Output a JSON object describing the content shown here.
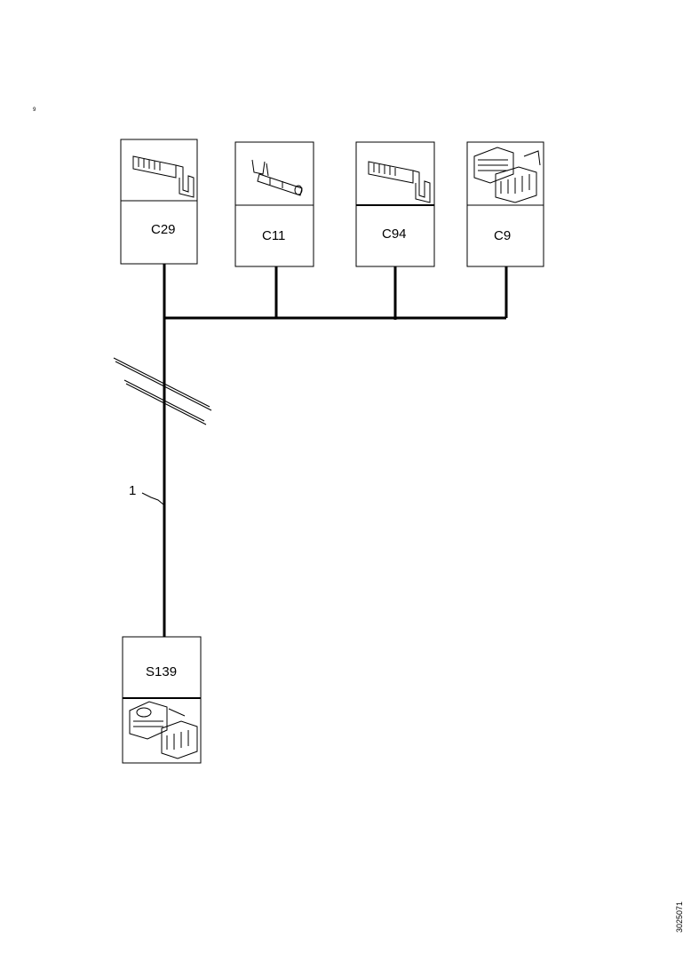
{
  "corner_mark": "9",
  "connectors": {
    "c29": {
      "label": "C29",
      "icon": "terminal-pin-icon"
    },
    "c11": {
      "label": "C11",
      "icon": "terminal-crimp-icon"
    },
    "c94": {
      "label": "C94",
      "icon": "terminal-pin-icon"
    },
    "c9": {
      "label": "C9",
      "icon": "connector-housing-icon"
    },
    "s139": {
      "label": "S139",
      "icon": "connector-housing-icon"
    }
  },
  "wire": {
    "number": "1"
  },
  "figure_id": "3025071"
}
